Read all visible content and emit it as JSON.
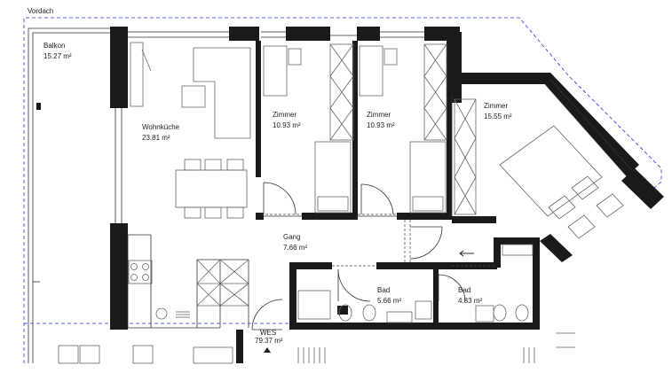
{
  "colors": {
    "wall": "#1a1a1a",
    "dash_accent": "#1f2fd8",
    "furniture": "#666666",
    "background": "#ffffff"
  },
  "labels": {
    "vordach": "Vordach",
    "balkon": {
      "name": "Balkon",
      "area": "15.27 m²"
    },
    "wohnkueche": {
      "name": "Wohnküche",
      "area": "23.81 m²"
    },
    "zimmer1": {
      "name": "Zimmer",
      "area": "10.93 m²"
    },
    "zimmer2": {
      "name": "Zimmer",
      "area": "10.93 m²"
    },
    "zimmer3": {
      "name": "Zimmer",
      "area": "15.55 m²"
    },
    "gang": {
      "name": "Gang",
      "area": "7.66 m²"
    },
    "bad1": {
      "name": "Bad",
      "area": "5.66 m²"
    },
    "bad2": {
      "name": "Bad",
      "area": "4.83 m²"
    },
    "wes": {
      "name": "WES",
      "area": "79.37 m²"
    }
  },
  "icons": [
    "entrance-arrow-icon",
    "direction-arrow-icon"
  ]
}
